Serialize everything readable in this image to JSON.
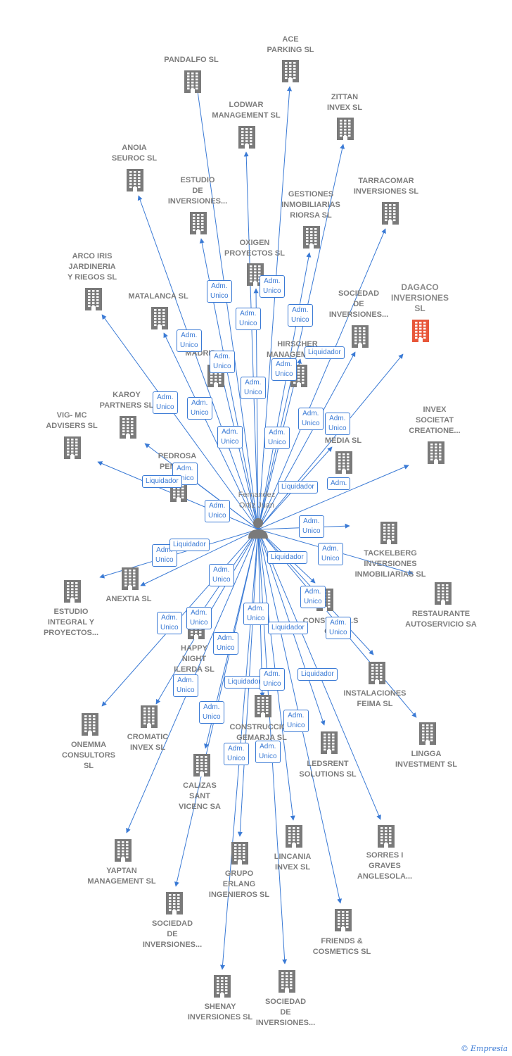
{
  "center": {
    "label": "Fernandez\nOrtiz Juan"
  },
  "nodes": [
    {
      "id": "pandalfo",
      "label": "PANDALFO SL"
    },
    {
      "id": "ace",
      "label": "ACE\nPARKING  SL"
    },
    {
      "id": "lodwar",
      "label": "LODWAR\nMANAGEMENT SL"
    },
    {
      "id": "zittan",
      "label": "ZITTAN\nINVEX SL"
    },
    {
      "id": "anoia",
      "label": "ANOIA\nSEUROC SL"
    },
    {
      "id": "estudio_inv",
      "label": "ESTUDIO\nDE\nINVERSIONES..."
    },
    {
      "id": "gestiones",
      "label": "GESTIONES\nINMOBILIARIAS\nRIORSA  SL"
    },
    {
      "id": "tarracomar",
      "label": "TARRACOMAR\nINVERSIONES SL"
    },
    {
      "id": "oxigen",
      "label": "OXIGEN\nPROYECTOS SL"
    },
    {
      "id": "arco",
      "label": "ARCO IRIS\nJARDINERIA\nY RIEGOS SL"
    },
    {
      "id": "matalanca",
      "label": "MATALANCA SL"
    },
    {
      "id": "sociedad_top",
      "label": "SOCIEDAD\nDE\nINVERSIONES..."
    },
    {
      "id": "dagaco",
      "label": "DAGACO\nINVERSIONES\nSL",
      "highlight": true
    },
    {
      "id": "hirscher",
      "label": "HIRSCHER\nMANAGEMENT..."
    },
    {
      "id": "madrid",
      "label": "MADRID..."
    },
    {
      "id": "karoy",
      "label": "KAROY\nPARTNERS SL"
    },
    {
      "id": "vig",
      "label": "VIG- MC\nADVISERS SL"
    },
    {
      "id": "invex",
      "label": "INVEX\nSOCIETAT\nCREATIONE..."
    },
    {
      "id": "media",
      "label": "...M\nMEDIA SL"
    },
    {
      "id": "pedrosa",
      "label": "PEDROSA\nPENINS..."
    },
    {
      "id": "tackelberg",
      "label": "TACKELBERG\nINVERSIONES\nINMOBILIARIAS SL"
    },
    {
      "id": "estudio_int",
      "label": "ESTUDIO\nINTEGRAL Y\nPROYECTOS..."
    },
    {
      "id": "anextia",
      "label": "ANEXTIA SL"
    },
    {
      "id": "restaurante",
      "label": "RESTAURANTE\nAUTOSERVICIO SA"
    },
    {
      "id": "construc_g",
      "label": "CONSTRUC...S\nG..."
    },
    {
      "id": "happy",
      "label": "HAPPY\nNIGHT\nILERDA SL"
    },
    {
      "id": "instalaciones",
      "label": "INSTALACIONES\nFEIMA SL"
    },
    {
      "id": "onemma",
      "label": "ONEMMA\nCONSULTORS\nSL"
    },
    {
      "id": "cromatic",
      "label": "CROMATIC\nINVEX  SL"
    },
    {
      "id": "gemarja",
      "label": "CONSTRUCCIO...\nGEMARJA SL"
    },
    {
      "id": "lingga",
      "label": "LINGGA\nINVESTMENT SL"
    },
    {
      "id": "ledsrent",
      "label": "LEDSRENT\nSOLUTIONS SL"
    },
    {
      "id": "calizas",
      "label": "CALIZAS\nSANT\nVICENC SA"
    },
    {
      "id": "yaptan",
      "label": "YAPTAN\nMANAGEMENT SL"
    },
    {
      "id": "grupo",
      "label": "GRUPO\nERLANG\nINGENIEROS SL"
    },
    {
      "id": "lincania",
      "label": "LINCANIA\nINVEX  SL"
    },
    {
      "id": "sorres",
      "label": "SORRES I\nGRAVES\nANGLESOLA..."
    },
    {
      "id": "sociedad_mid",
      "label": "SOCIEDAD\nDE\nINVERSIONES..."
    },
    {
      "id": "friends",
      "label": "FRIENDS &\nCOSMETICS SL"
    },
    {
      "id": "shenay",
      "label": "SHENAY\nINVERSIONES SL"
    },
    {
      "id": "sociedad_bot",
      "label": "SOCIEDAD\nDE\nINVERSIONES..."
    }
  ],
  "edge_labels": [
    "Adm.\nUnico",
    "Adm.\nUnico",
    "Adm.\nUnico",
    "Adm.\nUnico",
    "Adm.\nUnico",
    "Liquidador",
    "Adm.\nUnico",
    "Adm.\nUnico",
    "Adm.\nUnico",
    "Adm.\nUnico",
    "Adm.\nUnico",
    "Adm.\nUnico",
    "Adm.\nUnico",
    "Adm.\nUnico",
    "Adm.\nUnico",
    "Adm.\nUnico",
    "Liquidador",
    "Adm.\nUnico",
    "Liquidador",
    "Adm.\nUnico",
    "Adm.",
    "Adm.\nUnico",
    "Liquidador",
    "Adm.\nUnico",
    "Liquidador",
    "Liquidador",
    "Adm.\nUnico",
    "Adm.\nUnico",
    "Adm.\nUnico",
    "Adm.\nUnico",
    "Adm.\nUnico",
    "Adm.\nUnico",
    "Adm.\nUnico",
    "Liquidador",
    "Adm.\nUnico",
    "Adm.\nUnico",
    "Adm.\nUnico",
    "Liquidador",
    "Adm.\nUnico",
    "Adm.\nUnico",
    "Adm.\nUnico",
    "Adm.\nUnico",
    "Adm.\nUnico"
  ],
  "colors": {
    "edge": "#3a7ad5",
    "building": "#7a7a7a",
    "highlight": "#e8573a",
    "person": "#7a7a7a"
  },
  "footer": {
    "symbol": "©",
    "brand": "Empresia"
  }
}
